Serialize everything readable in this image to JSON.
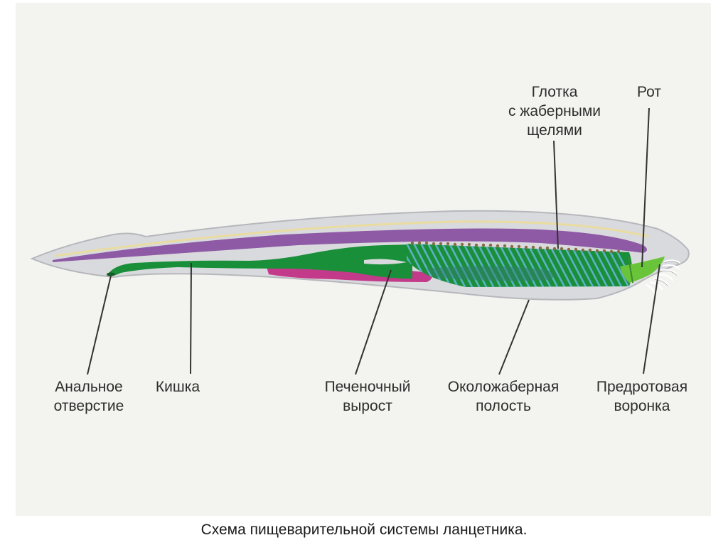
{
  "labels": {
    "pharynx": [
      "Глотка",
      "с жаберными",
      "щелями"
    ],
    "mouth": [
      "Рот"
    ],
    "anus": [
      "Анальное",
      "отверстие"
    ],
    "intestine": [
      "Кишка"
    ],
    "liver": [
      "Печеночный",
      "вырост"
    ],
    "atrium": [
      "Околожаберная",
      "полость"
    ],
    "vestibule": [
      "Предротовая",
      "воронка"
    ]
  },
  "caption": "Схема пищеварительной системы ланцетника.",
  "colors": {
    "background": "#f3f3ef",
    "body": "#d9dadd",
    "notochord": "#8e5aa5",
    "nerve_cord": "#e9dca0",
    "gut": "#1a8f3a",
    "pharynx_slits": "#5fb0c6",
    "liver_tissue": "#c33a8a",
    "cirri": "#ffffff"
  }
}
